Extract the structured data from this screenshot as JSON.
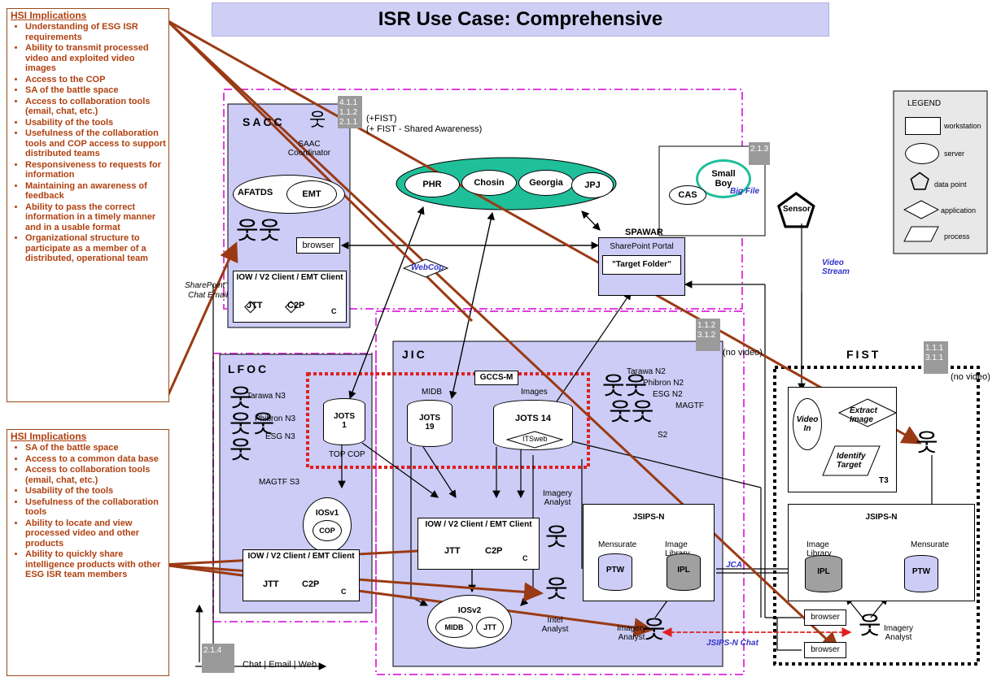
{
  "title": "ISR Use Case: Comprehensive",
  "hsi_top": {
    "heading": "HSI Implications",
    "items": [
      "Understanding of ESG ISR requirements",
      "Ability to transmit processed video and exploited video images",
      "Access to the COP",
      "SA of the battle space",
      "Access to collaboration tools (email, chat, etc.)",
      "Usability of the tools",
      "Usefulness of the collaboration tools and COP access to support distributed teams",
      "Responsiveness to requests for information",
      "Maintaining an awareness of feedback",
      "Ability to pass the correct information in a timely manner and in a usable format",
      "Organizational structure to participate as a member of a distributed, operational team"
    ]
  },
  "hsi_bottom": {
    "heading": "HSI Implications",
    "items": [
      "SA of the battle space",
      "Access to a common data base",
      "Access to collaboration tools (email, chat, etc.)",
      "Usability of the tools",
      "Usefulness of the collaboration tools",
      "Ability to locate and view processed video and other products",
      "Ability to quickly share intelligence products with other ESG ISR team members"
    ]
  },
  "sacc": {
    "name": "SACC",
    "coordinator": "SAAC Coordinator",
    "afatds": "AFATDS",
    "emt": "EMT",
    "browser": "browser",
    "client": "IOW / V2 Client / EMT Client",
    "jtt": "JTT",
    "c2p": "C2P",
    "c": "C"
  },
  "sacc_cube": {
    "lines": [
      "4.1.1",
      "1.1.2",
      "2.1.1"
    ],
    "note1": "(+FIST)",
    "note2": "(+ FIST - Shared Awareness)"
  },
  "servers_ring": [
    "PHR",
    "Chosin",
    "Georgia",
    "JPJ"
  ],
  "small_boy": {
    "name": "Small Boy",
    "cas": "CAS",
    "big_file": "Big File",
    "cube": "2.1.3"
  },
  "sensor": "Sensor",
  "video_stream": "Video Stream",
  "spawar": {
    "name": "SPAWAR",
    "portal": "SharePoint Portal",
    "folder": "\"Target Folder\""
  },
  "webcop": "WebCop",
  "left_comm": "SharePoint\" Chat Email",
  "legend": {
    "title": "LEGEND",
    "items": [
      "workstation",
      "server",
      "data point",
      "application",
      "process"
    ]
  },
  "lfoc": {
    "name": "LFOC",
    "people": [
      "Tarawa N3",
      "Phibron N3",
      "ESG N3",
      "MAGTF S3"
    ],
    "iosv1": "IOSv1",
    "cop": "COP",
    "client": "IOW / V2 Client / EMT Client",
    "jtt": "JTT",
    "c2p": "C2P",
    "c": "C"
  },
  "jic": {
    "name": "JIC",
    "cube_lines": [
      "1.1.2",
      "3.1.2"
    ],
    "cube_note": "(no video)",
    "gccs": "GCCS-M",
    "midb": "MIDB",
    "images": "Images",
    "jots1": "JOTS 1",
    "jots19": "JOTS 19",
    "jots14": "JOTS 14",
    "itsweb": "ITSweb",
    "top_cop": "TOP COP",
    "people": [
      "Tarawa N2",
      "Phibron N2",
      "ESG N2",
      "MAGTF",
      "S2"
    ],
    "client": "IOW / V2 Client / EMT Client",
    "jtt": "JTT",
    "c2p": "C2P",
    "c": "C",
    "iosv2": "IOSv2",
    "midb2": "MIDB",
    "jtt2": "JTT",
    "imagery_analyst_top": "Imagery Analyst",
    "intel_analyst": "Intel Analyst",
    "imagery_analyst_bottom": "Imagery Analyst"
  },
  "jsips_left": {
    "name": "JSIPS-N",
    "mensurate": "Mensurate",
    "image_library": "Image Library",
    "ptw": "PTW",
    "ipl": "IPL",
    "jca": "JCA"
  },
  "fist": {
    "name": "FIST",
    "cube_lines": [
      "1.1.1",
      "3.1.1"
    ],
    "cube_note": "(no video)",
    "video_in": "Video In",
    "extract_image": "Extract Image",
    "identify_target": "Identify Target",
    "t3": "T3",
    "jsips": "JSIPS-N",
    "image_library": "Image Library",
    "mensurate": "Mensurate",
    "ipl": "IPL",
    "ptw": "PTW",
    "browser1": "browser",
    "browser2": "browser",
    "imagery_analyst": "Imagery Analyst",
    "jsips_chat": "JSIPS-N Chat"
  },
  "bottom": {
    "cube": "2.1.4",
    "chat": "Chat | Email | Web"
  },
  "colors": {
    "accent_line": "#9a3a14",
    "box_fill": "#ccccf7",
    "server_ring": "#1fbf9a",
    "dash_pink": "#e040e0",
    "dash_red": "#e02020"
  }
}
